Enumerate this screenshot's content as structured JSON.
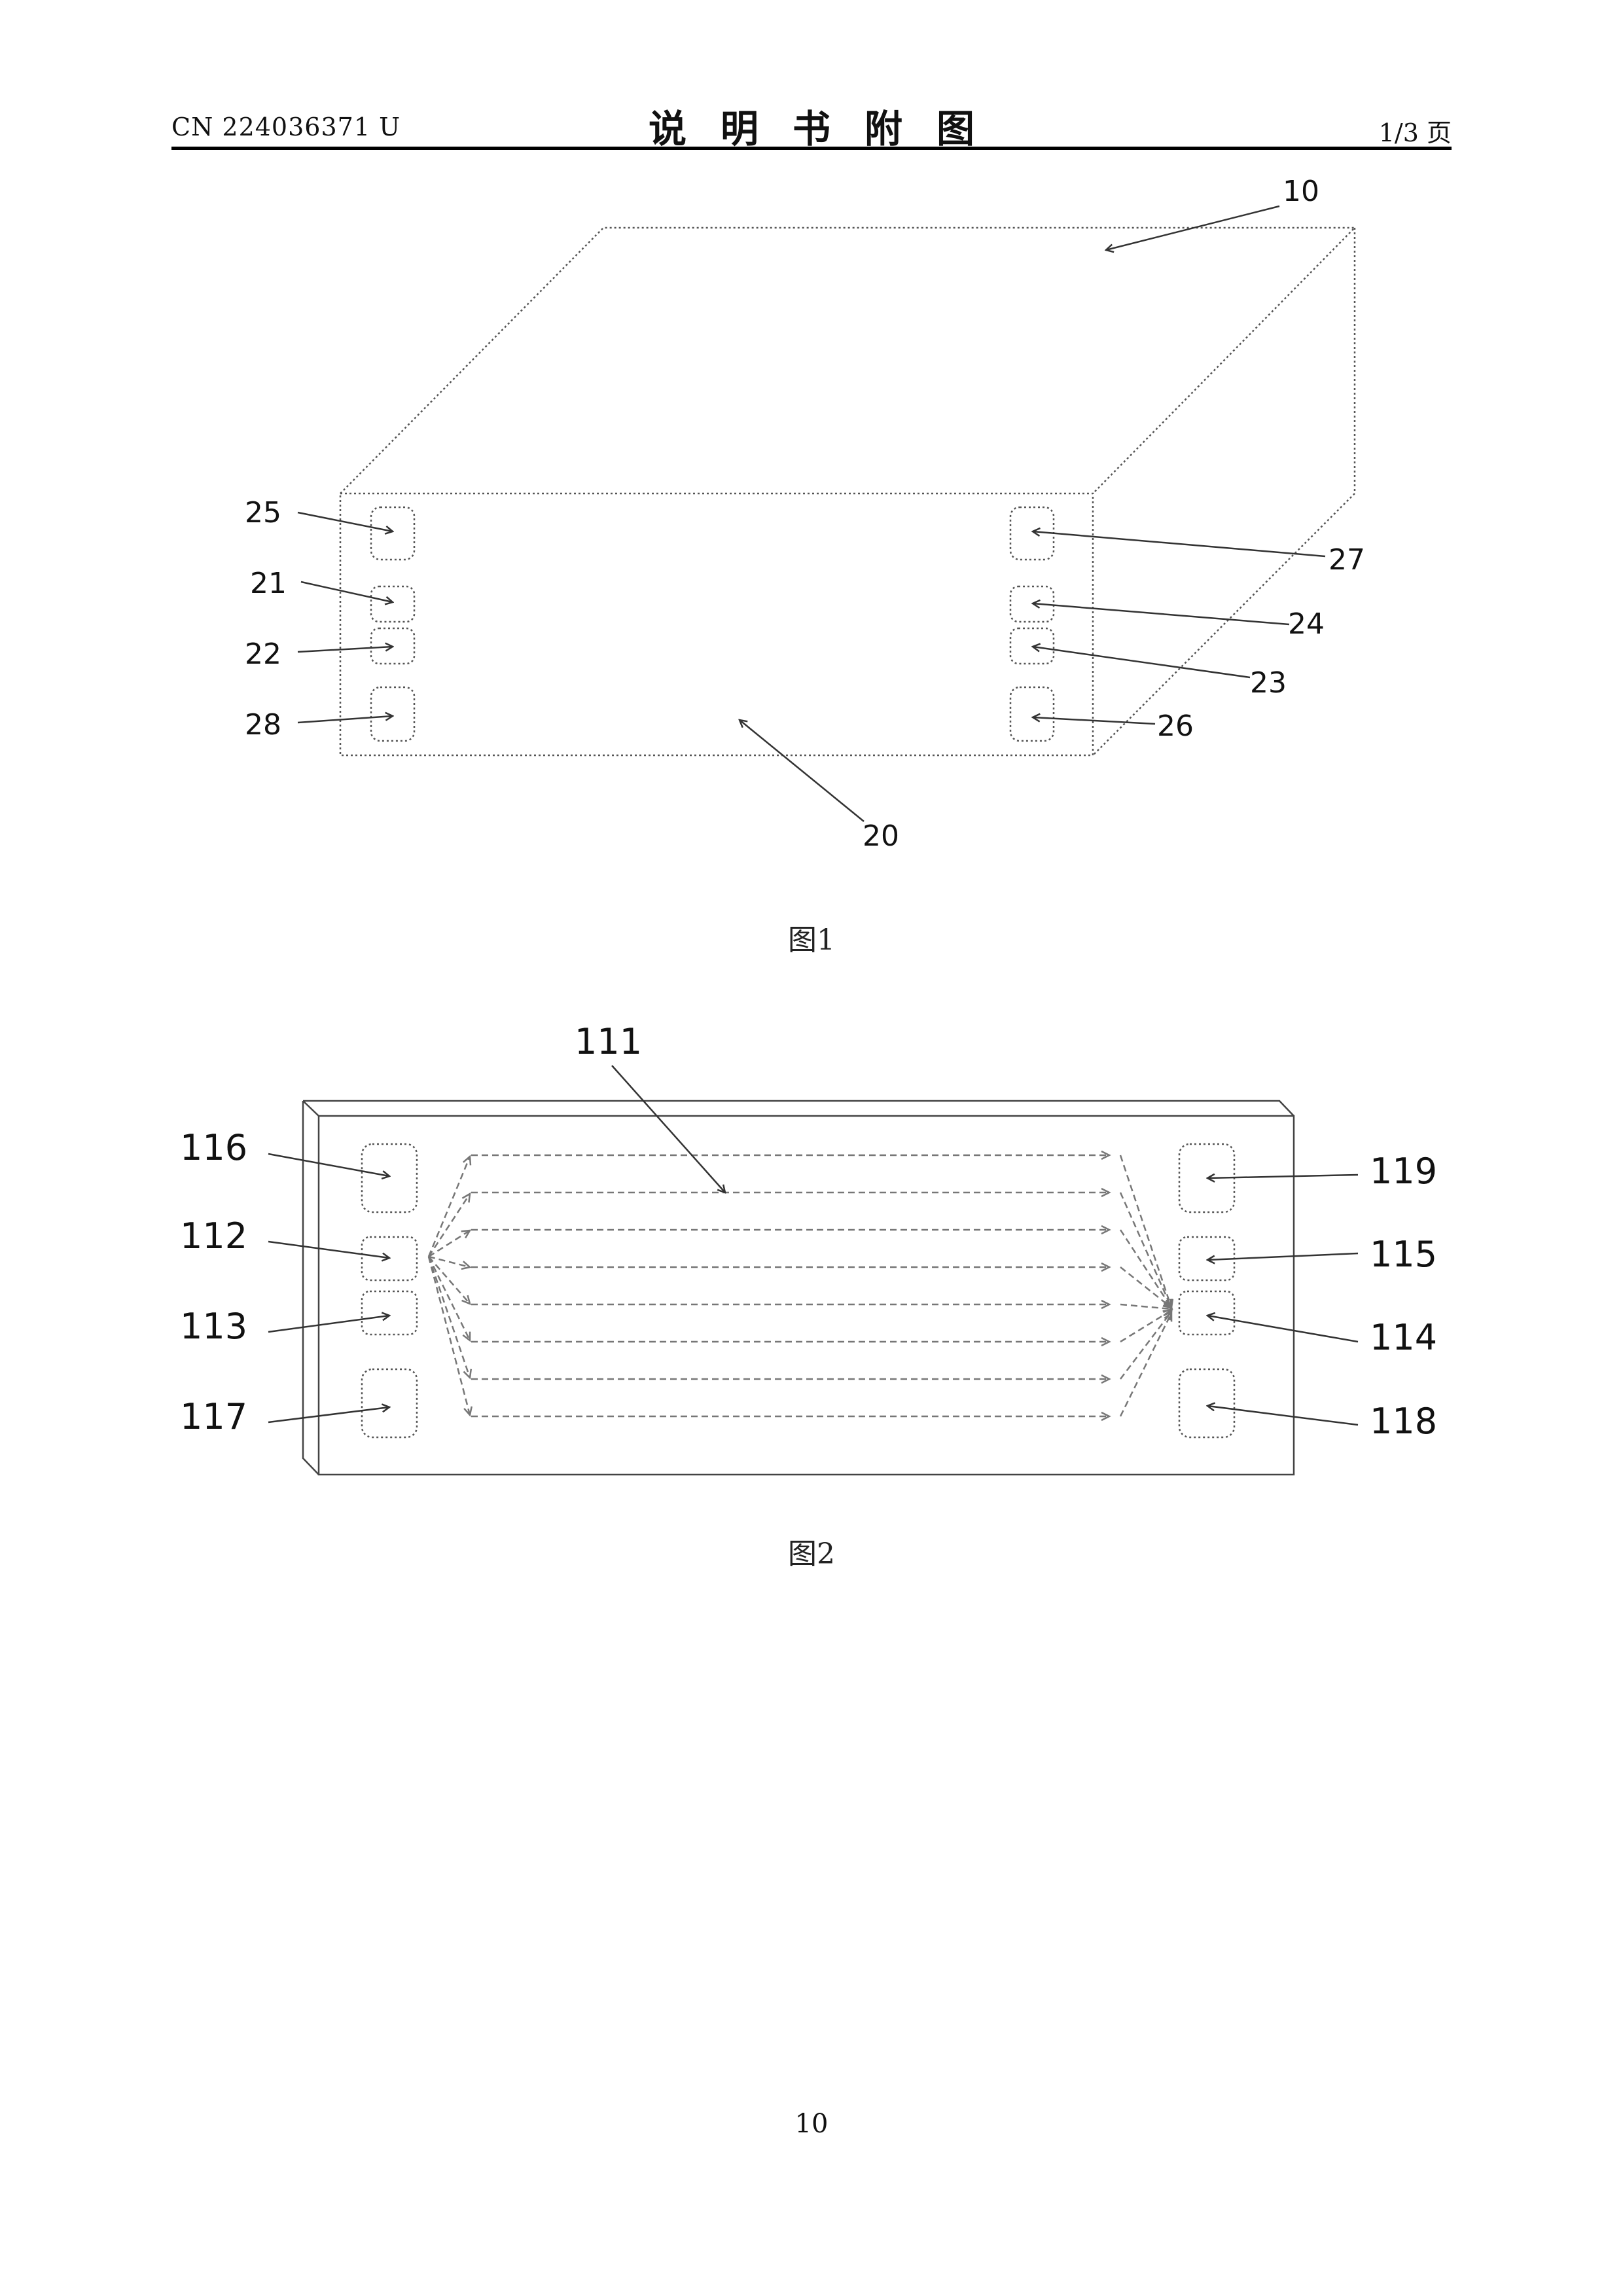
{
  "header": {
    "publication_number": "CN 224036371 U",
    "document_title": "说明书附图",
    "page_count": "1/3 页"
  },
  "figure1": {
    "caption": "图1",
    "labels": {
      "box": "10",
      "front_panel": "20",
      "port_21": "21",
      "port_22": "22",
      "port_23": "23",
      "port_24": "24",
      "port_25": "25",
      "port_26": "26",
      "port_27": "27",
      "port_28": "28"
    }
  },
  "figure2": {
    "caption": "图2",
    "labels": {
      "channels": "111",
      "port_112": "112",
      "port_113": "113",
      "port_114": "114",
      "port_115": "115",
      "port_116": "116",
      "port_117": "117",
      "port_118": "118",
      "port_119": "119"
    }
  },
  "footer": {
    "page_number": "10"
  }
}
